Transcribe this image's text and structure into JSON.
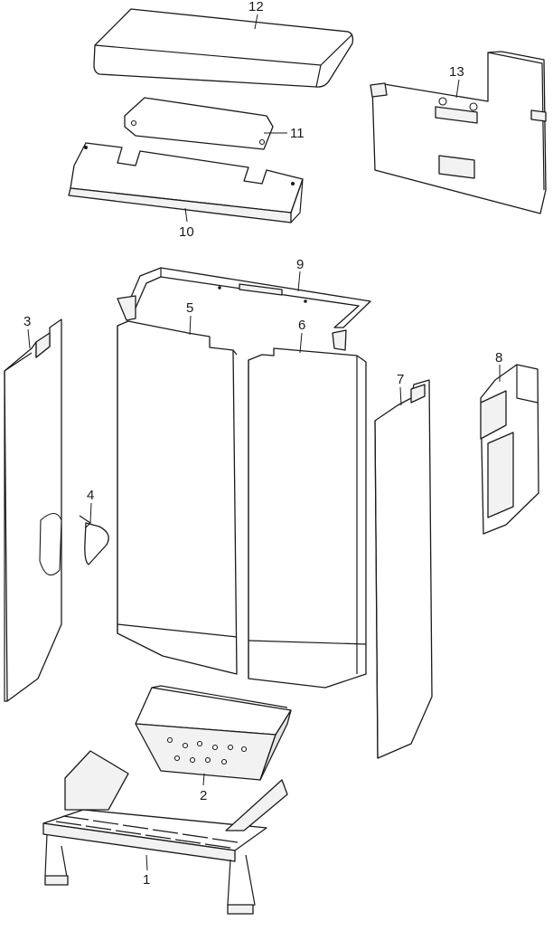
{
  "labels": {
    "p1": "1",
    "p2": "2",
    "p3": "3",
    "p4": "4",
    "p5": "5",
    "p6": "6",
    "p7": "7",
    "p8": "8",
    "p9": "9",
    "p10": "10",
    "p11": "11",
    "p12": "12",
    "p13": "13"
  }
}
